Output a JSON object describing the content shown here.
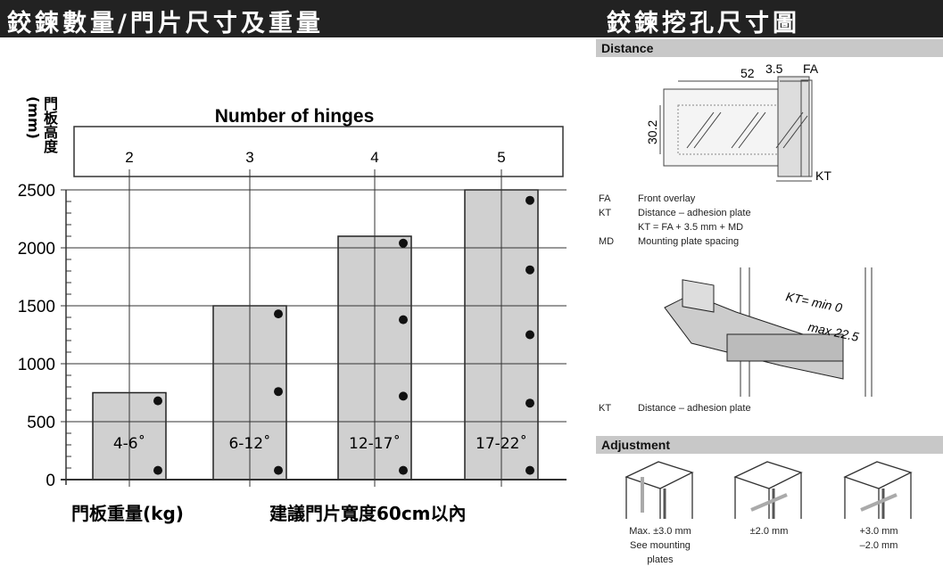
{
  "header": {
    "left_title": "鉸鍊數量/門片尺寸及重量",
    "right_title": "鉸鍊挖孔尺寸圖"
  },
  "chart_data": {
    "type": "bar",
    "title": "Number of hinges",
    "ylabel": "門板高度(mm)",
    "xlabel_left": "門板重量(kg)",
    "note": "建議門片寬度60cm以內",
    "ylim": [
      0,
      2500
    ],
    "yticks": [
      0,
      500,
      1000,
      1500,
      2000,
      2500
    ],
    "hinges": [
      "2",
      "3",
      "4",
      "5"
    ],
    "categories": [
      "4-6˚",
      "6-12˚",
      "12-17˚",
      "17-22˚"
    ],
    "values": [
      750,
      1500,
      2100,
      2500
    ],
    "hinge_positions": [
      [
        80,
        680
      ],
      [
        80,
        760,
        1430
      ],
      [
        80,
        720,
        1380,
        2040
      ],
      [
        80,
        660,
        1250,
        1810,
        2410
      ]
    ],
    "grid": true
  },
  "distance": {
    "heading": "Distance",
    "dim_52": "52",
    "dim_35": "3.5",
    "dim_fa": "FA",
    "dim_302": "30.2",
    "dim_kt": "KT",
    "legend": [
      {
        "k": "FA",
        "v": "Front overlay"
      },
      {
        "k": "KT",
        "v": "Distance – adhesion plate"
      },
      {
        "k": "",
        "v": "KT = FA + 3.5 mm + MD"
      },
      {
        "k": "MD",
        "v": "Mounting plate spacing"
      }
    ],
    "kt_min": "KT= min 0",
    "kt_max": "max 22.5",
    "legend2": {
      "k": "KT",
      "v": "Distance – adhesion plate"
    }
  },
  "adjustment": {
    "heading": "Adjustment",
    "items": [
      {
        "l1": "Max. ±3.0 mm",
        "l2": "See mounting",
        "l3": "plates"
      },
      {
        "l1": "±2.0 mm",
        "l2": "",
        "l3": ""
      },
      {
        "l1": "+3.0 mm",
        "l2": "–2.0 mm",
        "l3": ""
      }
    ]
  }
}
